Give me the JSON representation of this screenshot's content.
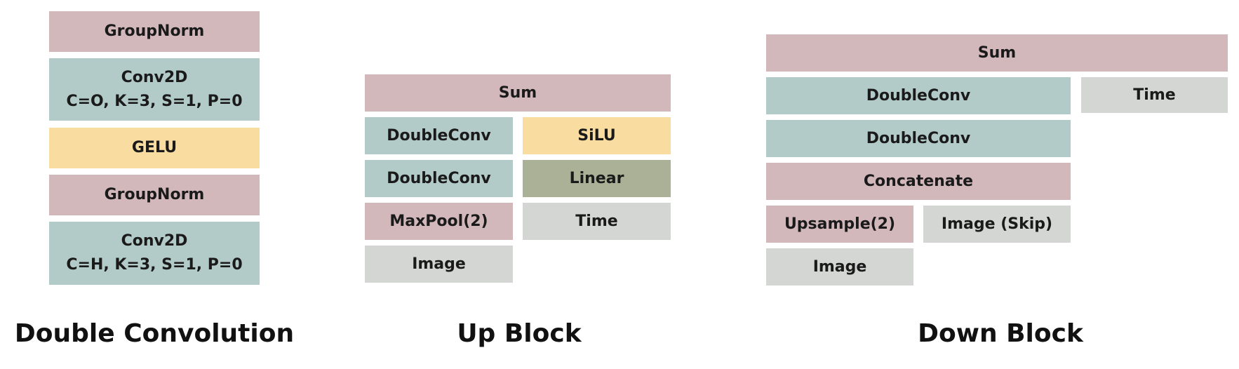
{
  "colors": {
    "norm_concat_sum": "#d2b8bb",
    "conv": "#b2cbc9",
    "activation": "#f8dca0",
    "linear": "#aab196",
    "input": "#d4d6d3"
  },
  "double_convolution": {
    "caption": "Double Convolution",
    "blocks": [
      {
        "label": "GroupNorm"
      },
      {
        "label": "Conv2D",
        "sub": "C=O, K=3, S=1, P=0"
      },
      {
        "label": "GELU"
      },
      {
        "label": "GroupNorm"
      },
      {
        "label": "Conv2D",
        "sub": "C=H, K=3, S=1, P=0"
      }
    ]
  },
  "up_block": {
    "caption": "Up Block",
    "sum": "Sum",
    "left": [
      "DoubleConv",
      "DoubleConv",
      "MaxPool(2)",
      "Image"
    ],
    "right": [
      "SiLU",
      "Linear",
      "Time"
    ]
  },
  "down_block": {
    "caption": "Down Block",
    "sum": "Sum",
    "doubleconv_1": "DoubleConv",
    "time": "Time",
    "doubleconv_2": "DoubleConv",
    "concatenate": "Concatenate",
    "upsample": "Upsample(2)",
    "image_skip": "Image (Skip)",
    "image": "Image"
  }
}
